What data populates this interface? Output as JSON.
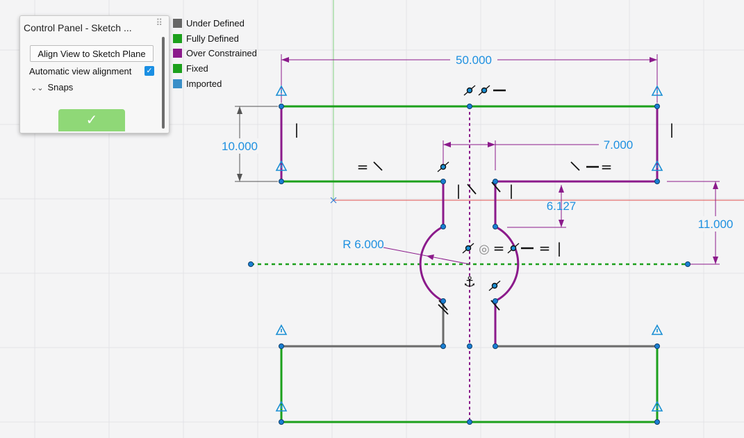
{
  "control_panel": {
    "title": "Control Panel - Sketch ...",
    "align_button_label": "Align View to Sketch Plane",
    "auto_view_alignment_label": "Automatic view alignment",
    "auto_view_alignment_checked": true,
    "checkbox_glyph": "✓",
    "snaps_label": "Snaps",
    "snaps_icon": "chevron-double-down-icon",
    "ok_glyph": "✓",
    "grip_icon": "drag-handle-icon"
  },
  "legend": [
    {
      "label": "Under Defined",
      "color": "#666666"
    },
    {
      "label": "Fully Defined",
      "color": "#1ca01c"
    },
    {
      "label": "Over Constrained",
      "color": "#8b1a8b"
    },
    {
      "label": "Fixed",
      "color": "#1ca01c"
    },
    {
      "label": "Imported",
      "color": "#3a8fc8"
    }
  ],
  "colors": {
    "fully_defined": "#1ca01c",
    "over_constrained": "#8b1a8b",
    "under_defined": "#6b6b6b",
    "dimension_text": "#1e90e0",
    "point": "#1a7fd4",
    "x_axis": "#e05050",
    "y_axis": "#7fd07f"
  },
  "dimensions": {
    "width_top": "50.000",
    "height_top_bar": "10.000",
    "offset_right": "7.000",
    "offset_small": "6.127",
    "height_right": "11.000",
    "radius": "R 6.000"
  },
  "constraint_glyphs": {
    "vertical": "|",
    "equal": "=",
    "horizontal": "—",
    "concentric": "◎",
    "fix_anchor": "⚓"
  }
}
